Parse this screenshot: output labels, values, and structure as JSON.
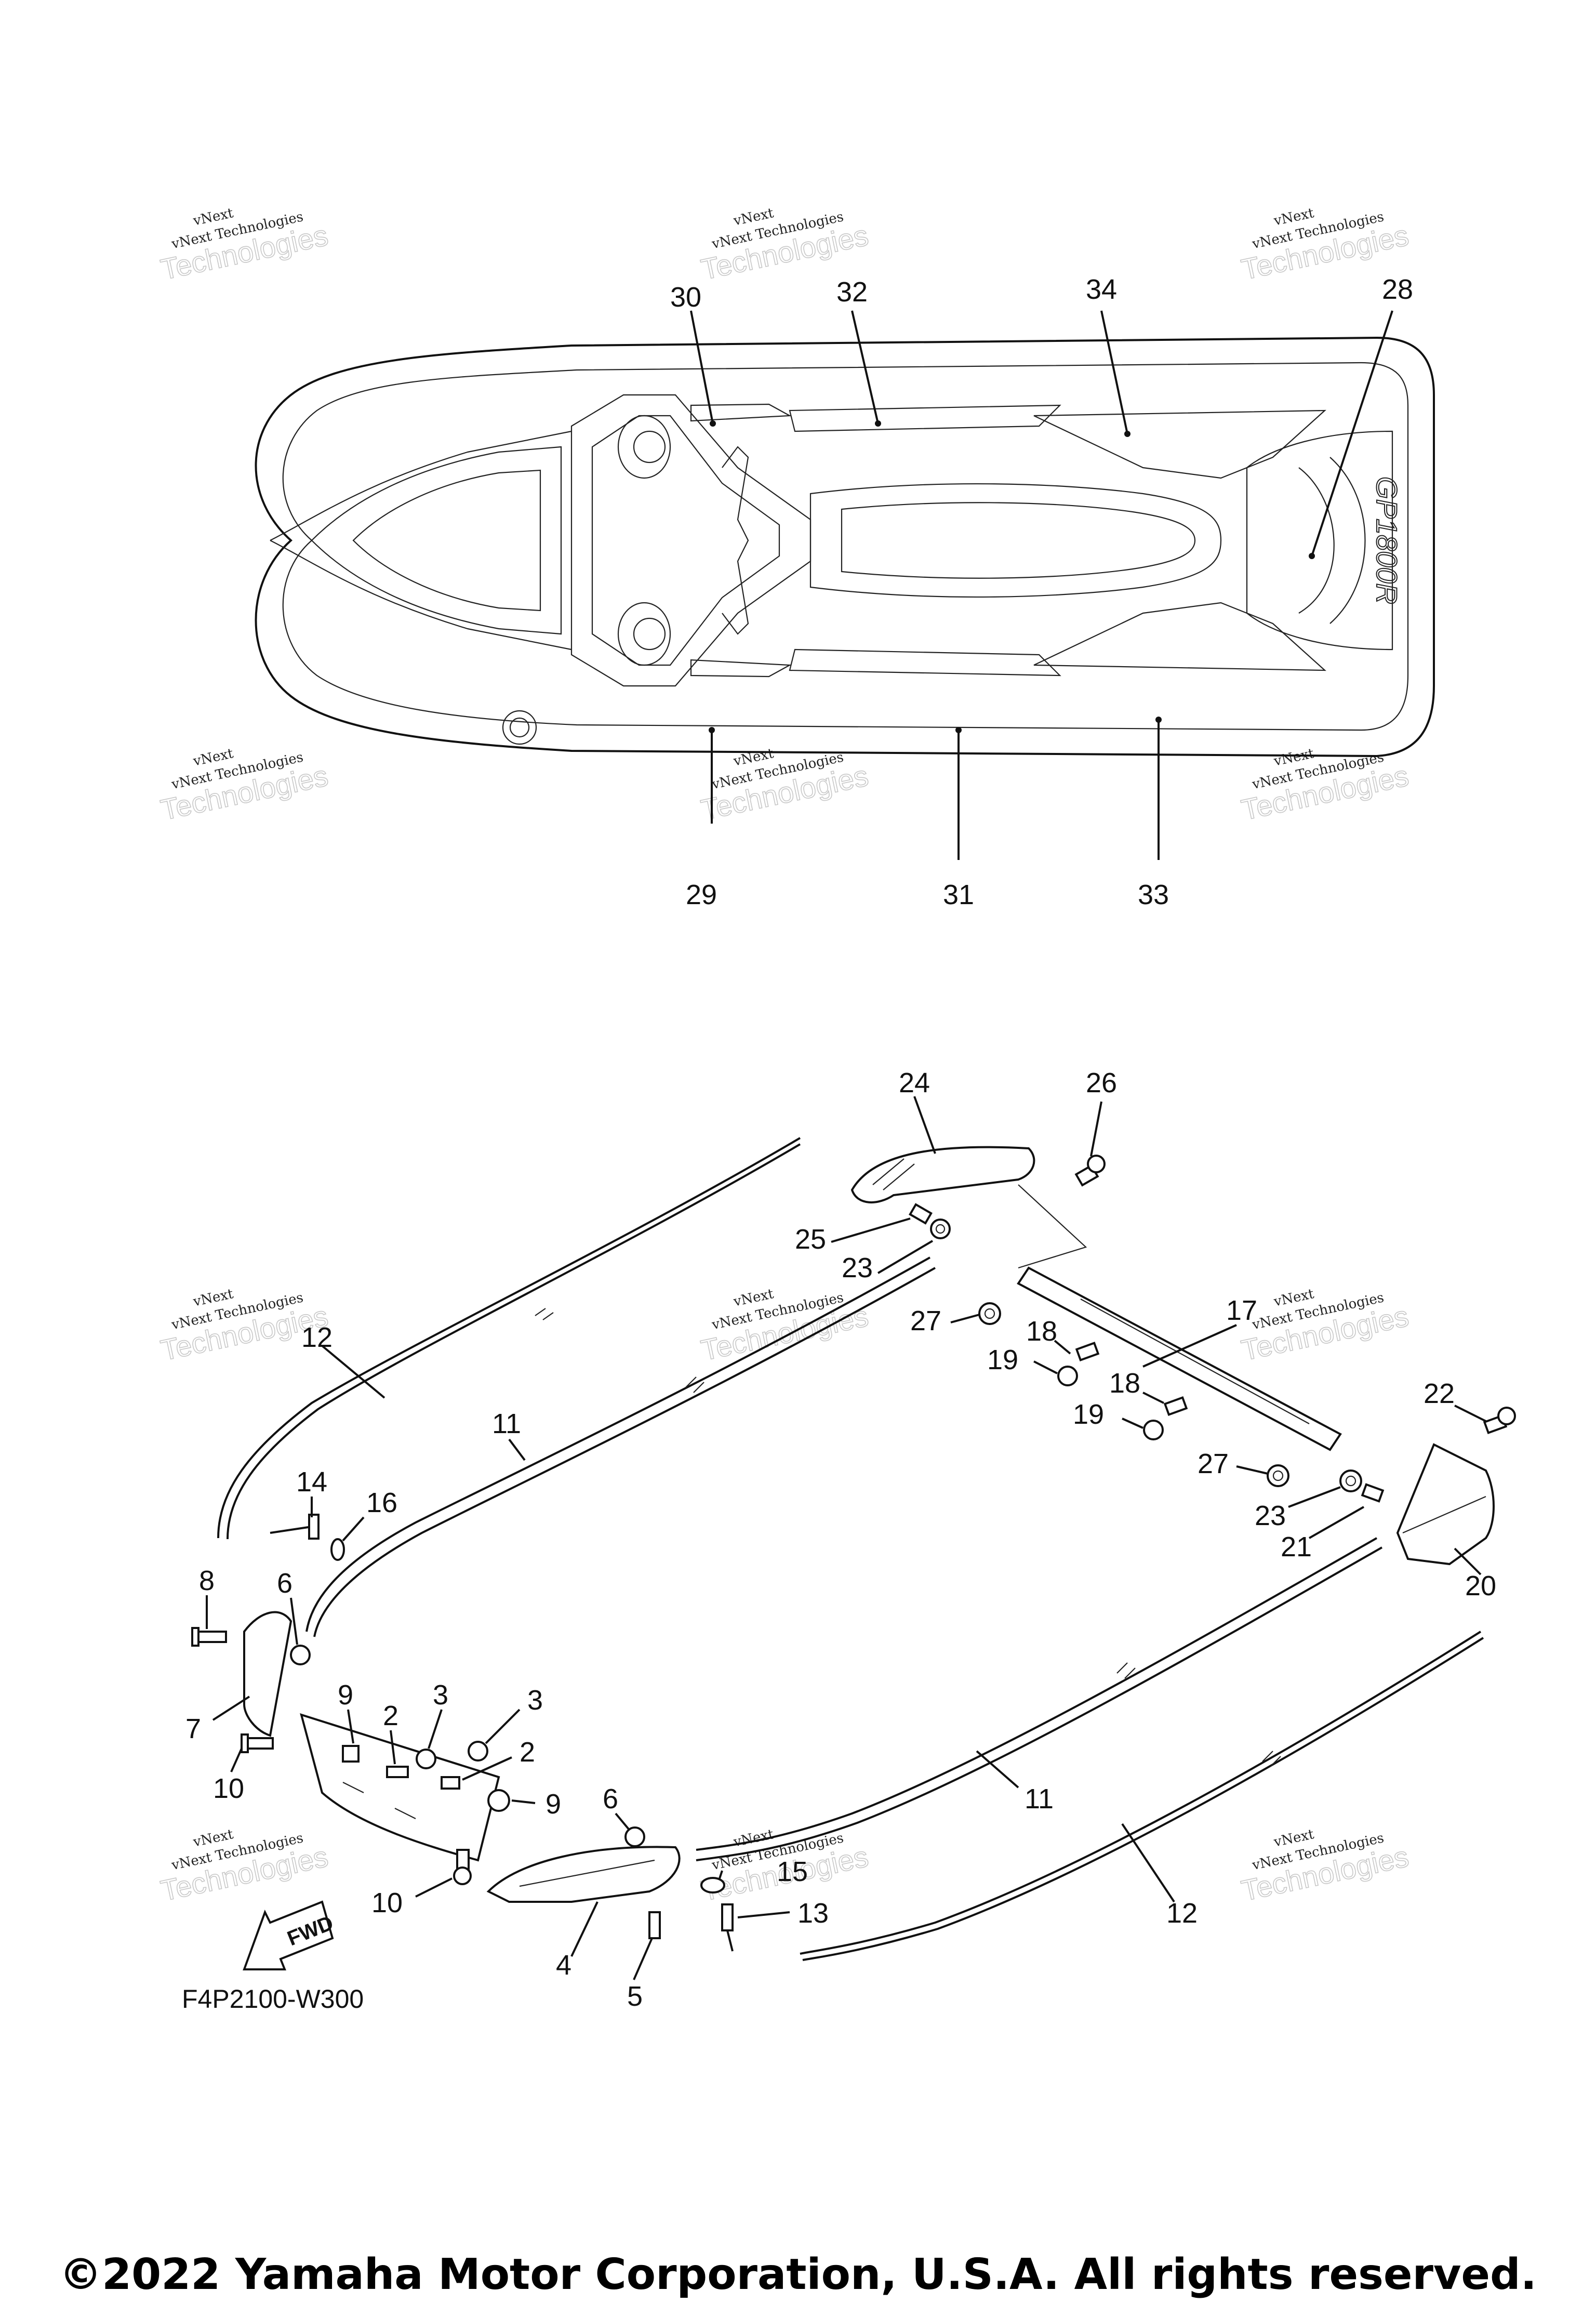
{
  "diagram": {
    "figure_code": "F4P2100-W300",
    "copyright": "©2022 Yamaha Motor Corporation, U.S.A. All rights reserved.",
    "fwd_label": "FWD",
    "hull_logo": "GP1800R",
    "watermark": {
      "line1": "vNext",
      "line2": "vNext Technologies",
      "big": "Technologies"
    },
    "top_view_callouts": [
      "30",
      "32",
      "34",
      "28",
      "29",
      "31",
      "33"
    ],
    "parts_callouts": [
      "24",
      "26",
      "25",
      "23",
      "27",
      "17",
      "18",
      "19",
      "18",
      "19",
      "27",
      "22",
      "23",
      "21",
      "20",
      "12",
      "11",
      "14",
      "16",
      "8",
      "6",
      "7",
      "9",
      "2",
      "3",
      "3",
      "2",
      "9",
      "10",
      "10",
      "6",
      "15",
      "13",
      "4",
      "5",
      "11",
      "12"
    ]
  }
}
